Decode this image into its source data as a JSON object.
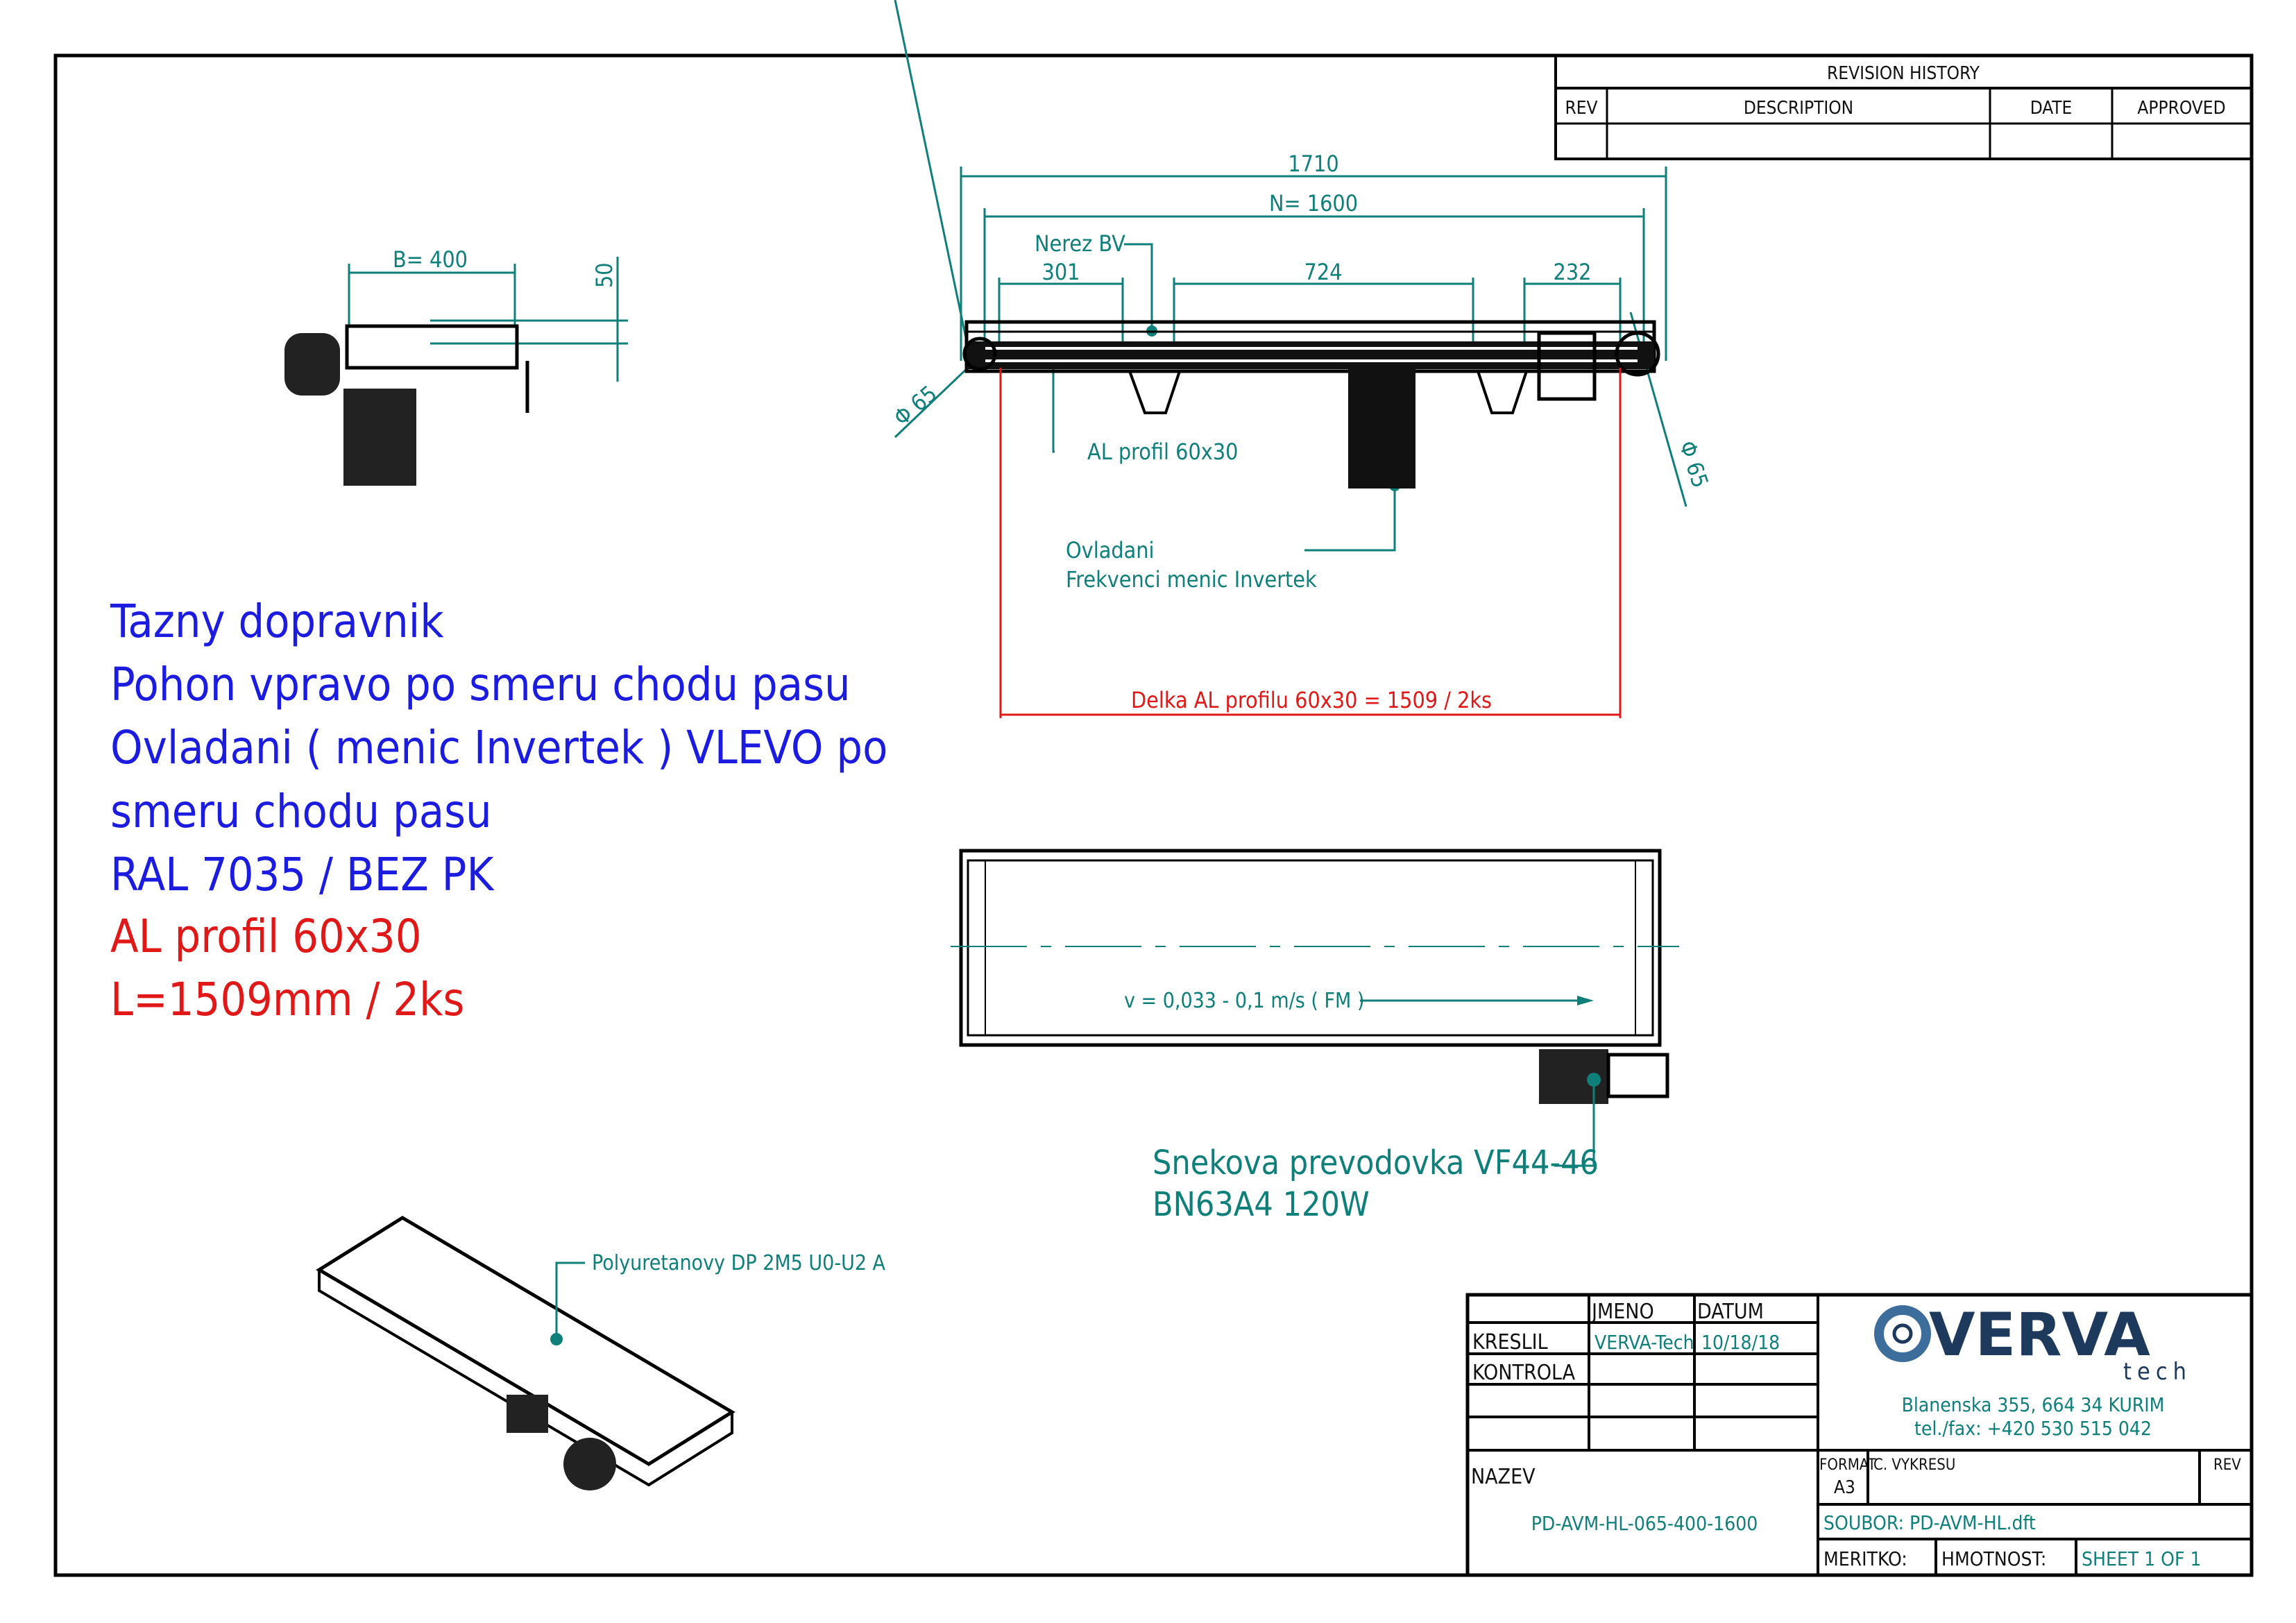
{
  "revision_history": {
    "title": "REVISION HISTORY",
    "columns": [
      "REV",
      "DESCRIPTION",
      "DATE",
      "APPROVED"
    ]
  },
  "dimensions": {
    "overall": "1710",
    "n": "N=  1600",
    "d301": "301",
    "d724": "724",
    "d232": "232",
    "phi_left": "Φ 65",
    "phi_right": "Φ 65",
    "b": "B=  400",
    "h": "50",
    "al_length": "Delka AL profilu 60x30 =  1509  / 2ks"
  },
  "labels": {
    "nerez": "Nerez BV",
    "al_profil": "AL profil 60x30",
    "ovladani_1": "Ovladani",
    "ovladani_2": "Frekvenci menic Invertek",
    "speed": "v = 0,033 - 0,1 m/s ( FM )",
    "gearbox_1": "Snekova prevodovka VF44-46",
    "gearbox_2": "BN63A4 120W",
    "belt": "Polyuretanovy DP 2M5 U0-U2 A"
  },
  "notes": {
    "blue": [
      "Tazny dopravnik",
      "Pohon vpravo po smeru chodu pasu",
      "Ovladani ( menic Invertek ) VLEVO po",
      "smeru chodu pasu",
      "RAL 7035 / BEZ PK"
    ],
    "red": [
      "AL profil 60x30",
      "L=1509mm / 2ks"
    ]
  },
  "title_block": {
    "jmeno": "JMENO",
    "datum": "DATUM",
    "kreslil": "KRESLIL",
    "kreslil_name": "VERVA-Tech",
    "kreslil_date": "10/18/18",
    "kontrola": "KONTROLA",
    "nazev": "NAZEV",
    "nazev_value": "PD-AVM-HL-065-400-1600",
    "format": "FORMAT",
    "format_value": "A3",
    "c_vykresu": "C. VYKRESU",
    "rev": "REV",
    "soubor": "SOUBOR: PD-AVM-HL.dft",
    "meritko": "MERITKO:",
    "hmotnost": "HMOTNOST:",
    "sheet": "SHEET 1 OF 1",
    "logo": "VERVA",
    "logo_sub": "tech",
    "address": "Blanenska 355, 664 34 KURIM",
    "phone": "tel./fax: +420 530 515 042"
  },
  "colors": {
    "dimension": "#0f7f7a",
    "note_blue": "#1c1ce0",
    "note_red": "#e01818",
    "logo": "#1d3a5c"
  }
}
